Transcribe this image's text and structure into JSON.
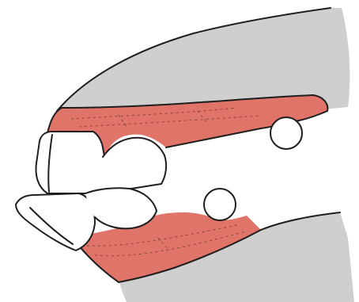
{
  "illustration": {
    "colors": {
      "background": "#ffffff",
      "jaw": "#cfcfcf",
      "gingiva": "#e07468",
      "tooth": "#ffffff",
      "outline": "#1f1f1f"
    },
    "parts": [
      "upper-jaw",
      "lower-jaw",
      "upper-gingiva",
      "lower-gingiva",
      "upper-incisor",
      "upper-canine-crown",
      "upper-molar-bulb",
      "lower-incisor",
      "lower-canine-crown",
      "lower-molar-bulb"
    ]
  }
}
